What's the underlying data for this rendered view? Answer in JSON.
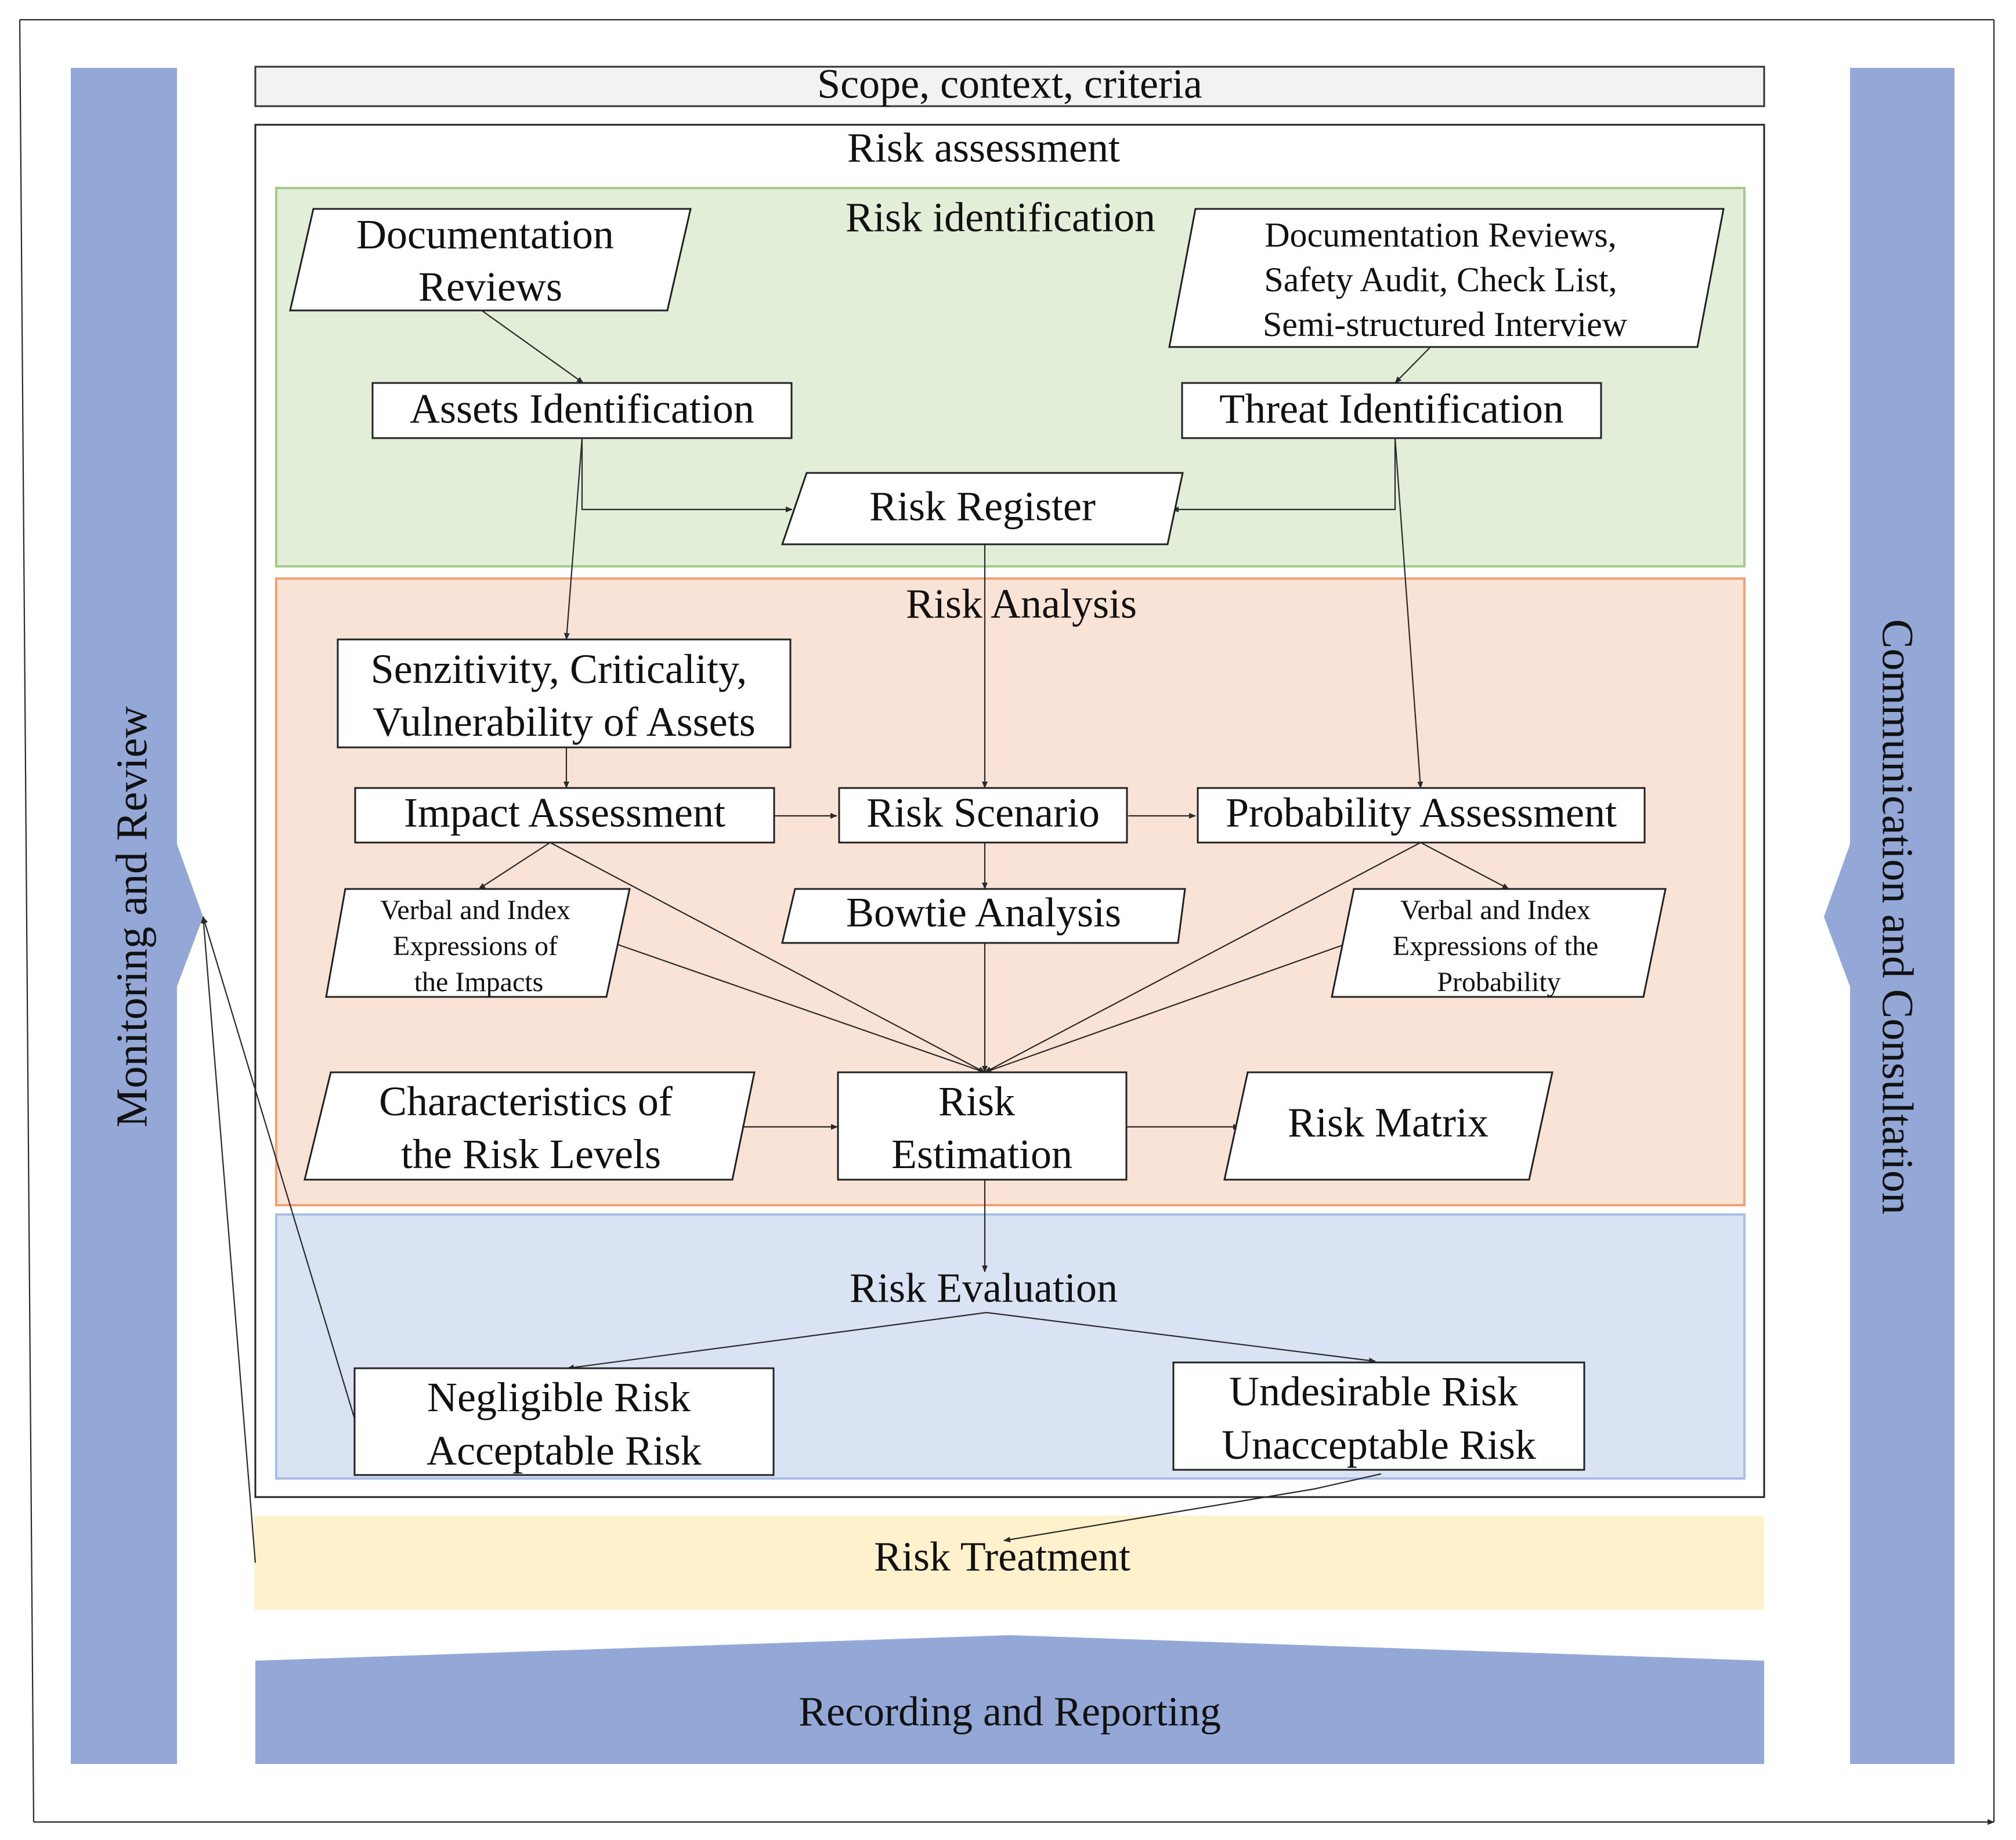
{
  "colors": {
    "side_bar": "#94a8d8",
    "identification_bg": "#e2eed8",
    "identification_border": "#a6c98c",
    "analysis_bg": "#f9e2d6",
    "analysis_border": "#f0a274",
    "evaluation_bg": "#dae3f3",
    "evaluation_border": "#a9c0e6",
    "treatment_bg": "#fff1cc",
    "scope_bg": "#f2f2f2"
  },
  "frame": {
    "monitoring": "Monitoring and Review",
    "communication": "Communication and Consultation",
    "recording": "Recording and Reporting",
    "scope": "Scope, context, criteria",
    "risk_assessment": "Risk assessment",
    "risk_treatment": "Risk Treatment"
  },
  "identification": {
    "title": "Risk identification",
    "doc_reviews": [
      "Documentation",
      "Reviews"
    ],
    "doc_reviews_2": [
      "Documentation Reviews,",
      "Safety Audit, Check List,",
      "Semi-structured Interview"
    ],
    "assets": "Assets Identification",
    "threat": "Threat Identification",
    "register": "Risk Register"
  },
  "analysis": {
    "title": "Risk Analysis",
    "sensitivity": [
      "Senzitivity, Criticality,",
      "Vulnerability of Assets"
    ],
    "impact": "Impact Assessment",
    "scenario": "Risk Scenario",
    "probability": "Probability Assessment",
    "verbal_impacts": [
      "Verbal and Index",
      "Expressions of",
      "the Impacts"
    ],
    "bowtie": "Bowtie Analysis",
    "verbal_probability": [
      "Verbal and Index",
      "Expressions of the",
      "Probability"
    ],
    "characteristics": [
      "Characteristics of",
      "the Risk Levels"
    ],
    "estimation": [
      "Risk",
      "Estimation"
    ],
    "matrix": "Risk Matrix"
  },
  "evaluation": {
    "title": "Risk Evaluation",
    "acceptable": [
      "Negligible Risk",
      "Acceptable Risk"
    ],
    "unacceptable": [
      "Undesirable Risk",
      "Unacceptable Risk"
    ]
  }
}
